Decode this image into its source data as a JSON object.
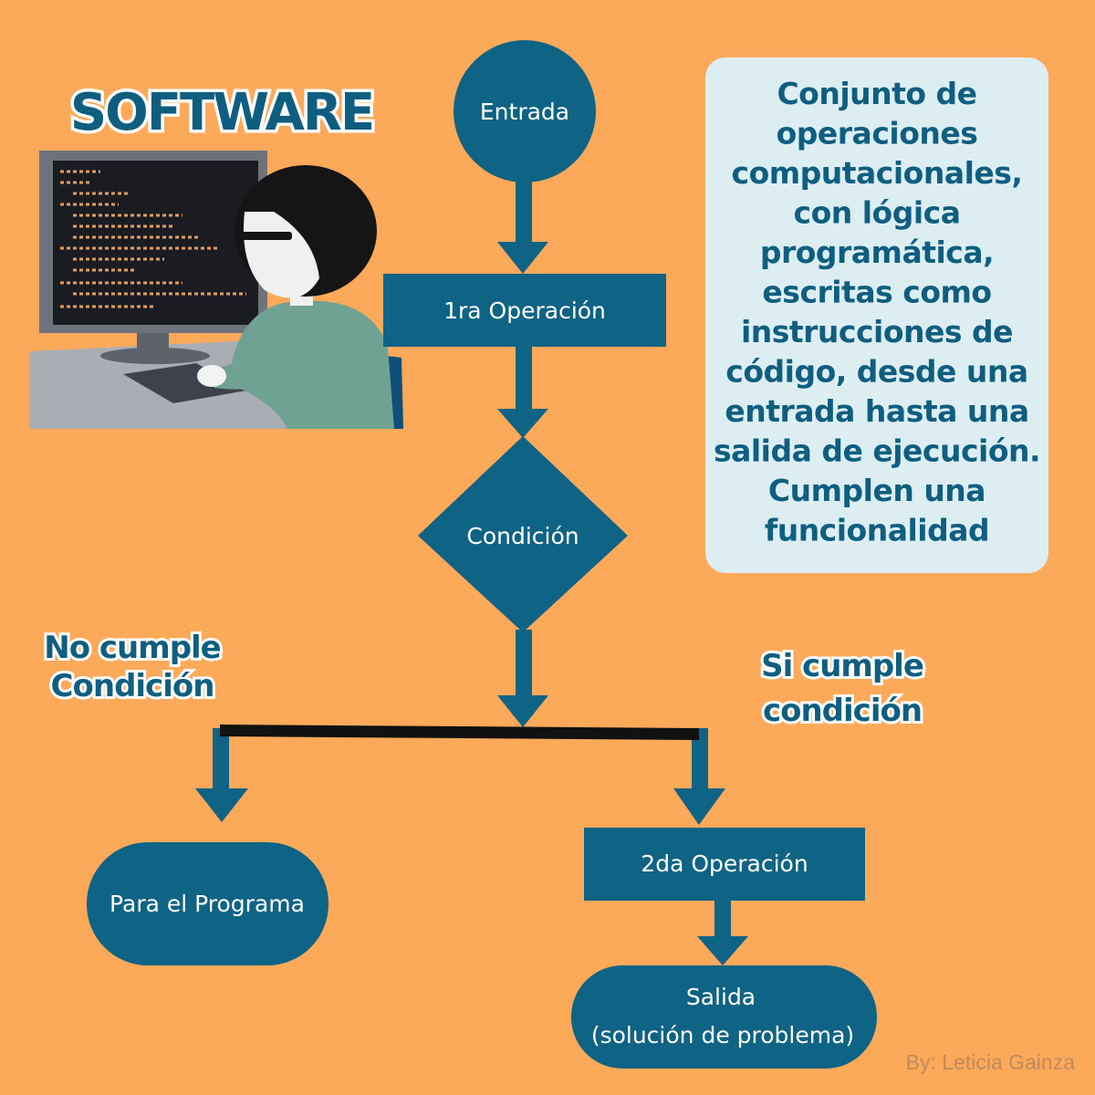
{
  "title": "SOFTWARE",
  "colors": {
    "background": "#FDA95A",
    "node": "#0F6385",
    "description_bg": "#DDEEF3",
    "text_dark": "#0F5E80",
    "connector": "#111111"
  },
  "flow": {
    "start": "Entrada",
    "operation1": "1ra Operación",
    "condition": "Condición",
    "stop": "Para el Programa",
    "operation2": "2da Operación",
    "output_line1": "Salida",
    "output_line2": "(solución de problema)"
  },
  "branches": {
    "no_line1": "No cumple",
    "no_line2": "Condición",
    "yes_line1": "Si cumple",
    "yes_line2": "condición"
  },
  "description": {
    "lines": [
      "Conjunto de",
      "operaciones",
      "computacionales,",
      "con lógica",
      "programática,",
      "escritas como",
      "instrucciones de",
      "código, desde una",
      "entrada hasta una",
      "salida de ejecución.",
      "Cumplen una",
      "funcionalidad"
    ]
  },
  "illustration": {
    "icon": "programmer-at-computer-icon"
  },
  "credit": "By: Leticia Gainza"
}
